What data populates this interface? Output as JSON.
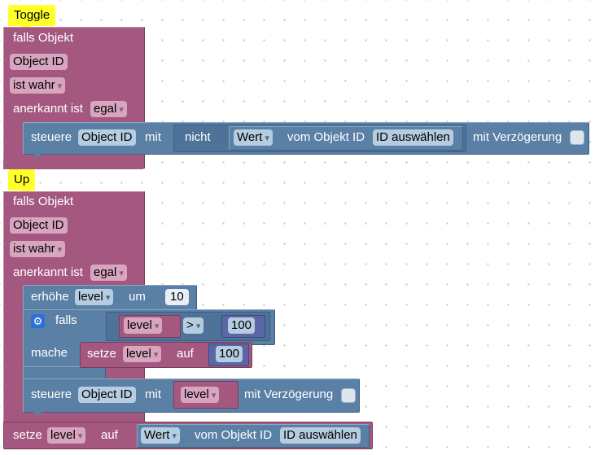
{
  "block1": {
    "trigger": "Toggle",
    "falls_objekt": "falls Objekt",
    "object_id": "Object ID",
    "condition": "ist wahr",
    "ack_label": "anerkannt ist",
    "ack_value": "egal",
    "control": {
      "label": "steuere",
      "object_id": "Object ID",
      "mit": "mit",
      "nicht": "nicht",
      "wert": "Wert",
      "vom_objekt": "vom Objekt ID",
      "select_id": "ID auswählen",
      "delay": "mit Verzögerung"
    }
  },
  "block2": {
    "trigger": "Up",
    "falls_objekt": "falls Objekt",
    "object_id": "Object ID",
    "condition": "ist wahr",
    "ack_label": "anerkannt ist",
    "ack_value": "egal",
    "increase": {
      "label": "erhöhe",
      "var": "level",
      "um": "um",
      "value": "10"
    },
    "ifblock": {
      "falls": "falls",
      "mache": "mache",
      "var": "level",
      "op": ">",
      "compare": "100",
      "set_label": "setze",
      "set_var": "level",
      "auf": "auf",
      "set_value": "100"
    },
    "control": {
      "label": "steuere",
      "object_id": "Object ID",
      "mit": "mit",
      "var": "level",
      "delay": "mit Verzögerung"
    }
  },
  "bottom": {
    "label": "setze",
    "var": "level",
    "auf": "auf",
    "wert": "Wert",
    "vom_objekt": "vom Objekt ID",
    "select_id": "ID auswählen"
  },
  "colors": {
    "event": "#a5587f",
    "action": "#5b80a5",
    "trigger": "#ffff29",
    "math": "#5b67a5"
  }
}
